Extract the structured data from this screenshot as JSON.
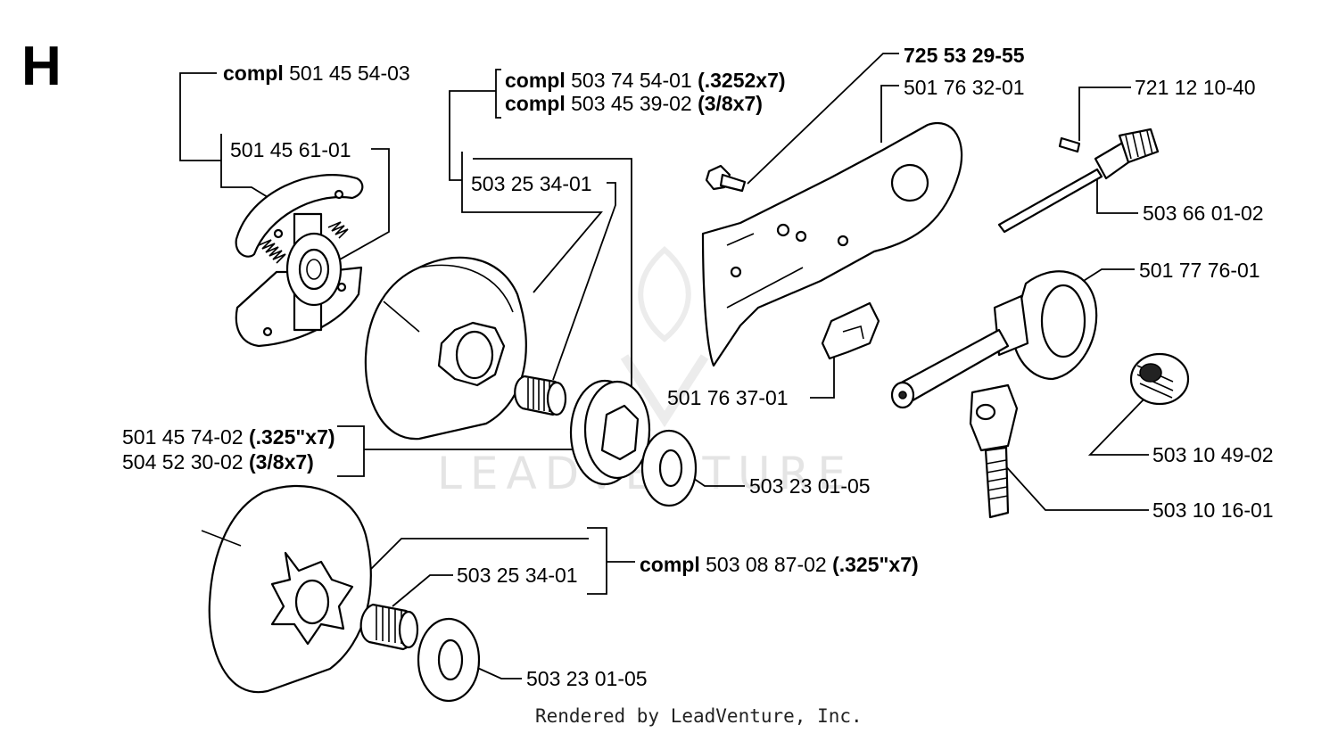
{
  "section": "H",
  "labels": {
    "clutch_compl": {
      "bold": "compl",
      "text": " 501 45 54-03"
    },
    "clutch_shoe": "501 45 61-01",
    "drum_compl_1": {
      "bold": "compl",
      "text": " 503 74 54-01 ",
      "suffix": "(.3252x7)"
    },
    "drum_compl_2": {
      "bold": "compl",
      "text": " 503 45 39-02 ",
      "suffix": "(3/8x7)"
    },
    "bearing_top": "503 25 34-01",
    "bolt": "725 53 29-55",
    "plate": "501 76 32-01",
    "pin": "721 12 10-40",
    "shaft": "503 66 01-02",
    "oil_pump": "501 77 76-01",
    "clip": "501 76 37-01",
    "rim_1": {
      "text": "501 45 74-02 ",
      "suffix": "(.325\"x7)"
    },
    "rim_2": {
      "text": "504 52 30-02 ",
      "suffix": "(3/8x7)"
    },
    "washer_top": "503 23 01-05",
    "spring": "503 10 49-02",
    "piston": "503 10 16-01",
    "drum_compl_3": {
      "bold": "compl",
      "text": " 503 08 87-02 ",
      "suffix": "(.325\"x7)"
    },
    "bearing_bottom": "503 25 34-01",
    "washer_bottom": "503 23 01-05"
  },
  "watermark": "LEADVENTURE",
  "footer": "Rendered by LeadVenture, Inc."
}
